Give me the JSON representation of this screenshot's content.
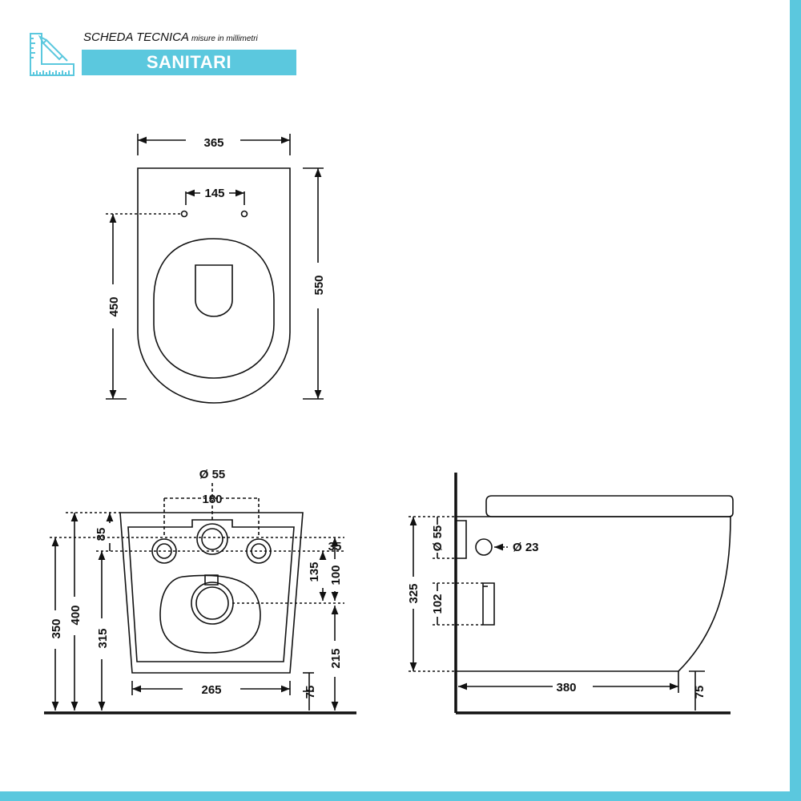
{
  "header": {
    "title": "SCHEDA TECNICA",
    "subtitle": "misure in millimetri",
    "category": "SANITARI"
  },
  "colors": {
    "accent": "#5bc8de",
    "line": "#111111"
  },
  "icons": {
    "header": "ruler-pencil-icon"
  },
  "top_view": {
    "width": "365",
    "fixing_distance": "145",
    "fixing_depth": "450",
    "length": "550"
  },
  "rear_view": {
    "outlet_diameter": "Ø 55",
    "fixing_spacing": "180",
    "dim_85": "85",
    "dim_35": "35",
    "dim_135": "135",
    "dim_100": "100",
    "dim_350": "350",
    "dim_400": "400",
    "dim_315": "315",
    "dim_215": "215",
    "dim_265": "265",
    "dim_75": "75"
  },
  "side_view": {
    "outlet_diameter": "Ø 55",
    "inlet_diameter": "Ø 23",
    "dim_325": "325",
    "dim_102": "102",
    "depth": "380",
    "dim_75": "75"
  }
}
